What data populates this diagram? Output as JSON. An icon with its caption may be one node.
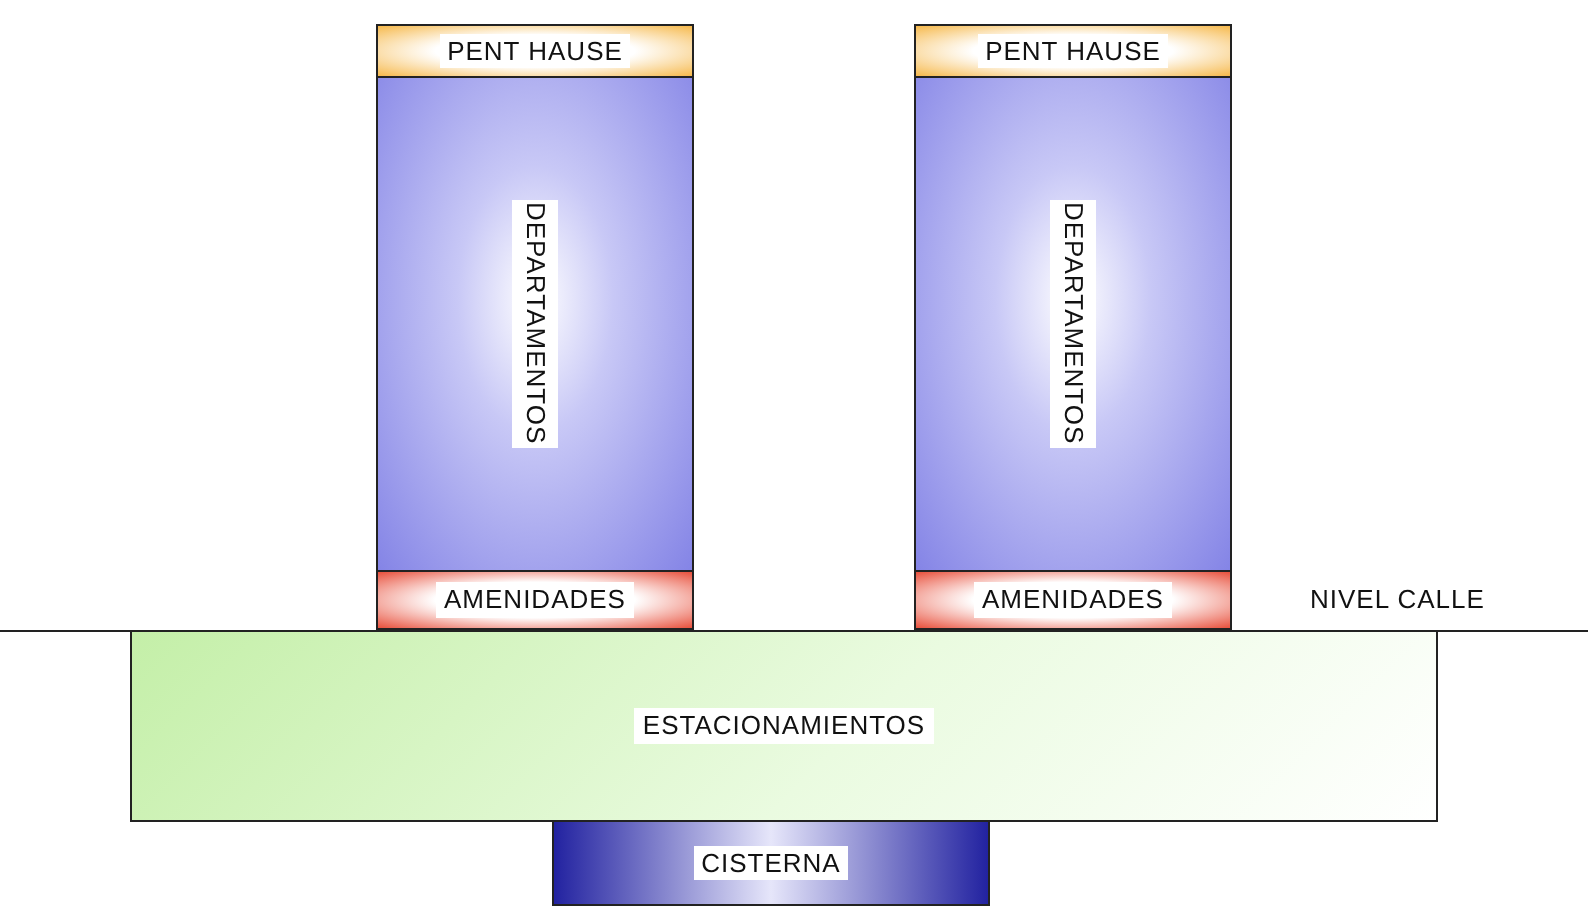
{
  "diagram": {
    "nodes": [
      {
        "text": [
          "PENT HAUSE"
        ]
      },
      {
        "text": [
          "DEPARTAMENTOS"
        ]
      },
      {
        "text": [
          "AMENIDADES"
        ]
      },
      {
        "text": [
          "PENT HAUSE"
        ]
      },
      {
        "text": [
          "DEPARTAMENTOS"
        ]
      },
      {
        "text": [
          "AMENIDADES"
        ]
      },
      {
        "text": [
          "ESTACIONAMIENTOS"
        ]
      },
      {
        "text": [
          "CISTERNA"
        ]
      }
    ],
    "labels": [
      "NIVEL CALLE"
    ]
  }
}
